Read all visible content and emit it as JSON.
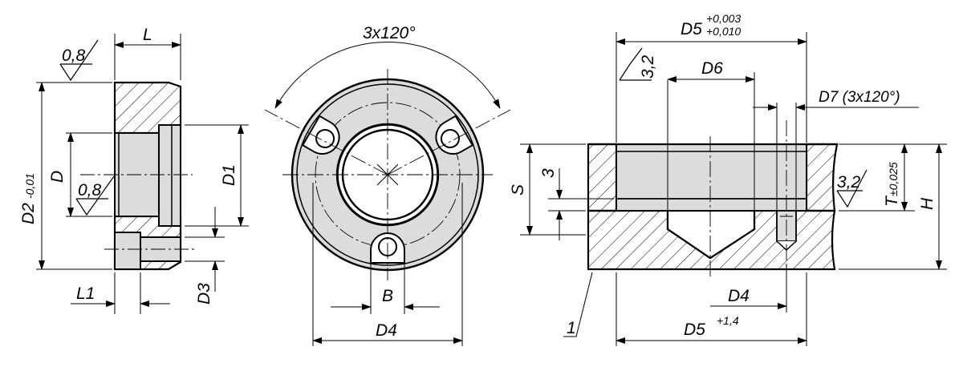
{
  "labels": {
    "L": "L",
    "L1": "L1",
    "D": "D",
    "D1": "D1",
    "D2": "D2",
    "D2_tol": "-0,01",
    "D3": "D3",
    "rough_08_top": "0,8",
    "rough_08_bore": "0,8",
    "angle": "3x120°",
    "B": "B",
    "D4_front": "D4",
    "D5_top": "D5",
    "D5_top_tol_upper": "+0,003",
    "D5_top_tol_lower": "+0,010",
    "rough_32_top": "3,2",
    "D6": "D6",
    "D7": "D7 (3x120°)",
    "S": "S",
    "three": "3",
    "T": "T",
    "T_tol": "±0,025",
    "rough_32_side": "3,2",
    "H": "H",
    "D4_section": "D4",
    "D5_bottom": "D5",
    "D5_bottom_tol": "+1,4",
    "item": "1"
  }
}
